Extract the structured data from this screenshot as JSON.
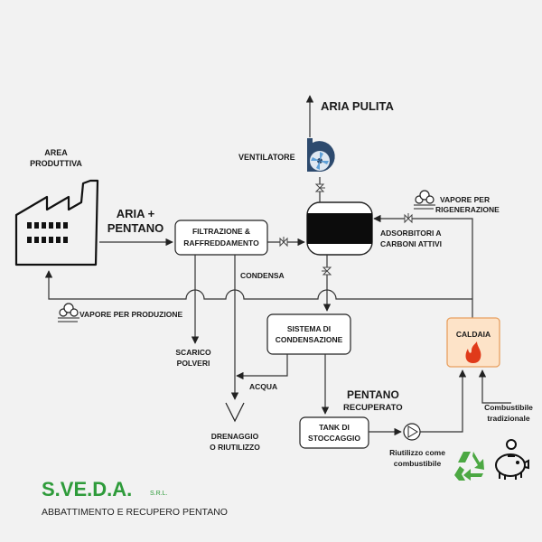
{
  "labels": {
    "area_produttiva_1": "AREA",
    "area_produttiva_2": "PRODUTTIVA",
    "aria_pentano_1": "ARIA +",
    "aria_pentano_2": "PENTANO",
    "aria_pulita": "ARIA PULITA",
    "ventilatore": "VENTILATORE",
    "filtrazione_1": "FILTRAZIONE &",
    "filtrazione_2": "RAFFREDDAMENTO",
    "condensa": "CONDENSA",
    "adsorbitori_1": "ADSORBITORI A",
    "adsorbitori_2": "CARBONI ATTIVI",
    "vapore_rigen_1": "VAPORE PER",
    "vapore_rigen_2": "RIGENERAZIONE",
    "vapore_prod": "VAPORE PER PRODUZIONE",
    "sistema_1": "SISTEMA DI",
    "sistema_2": "CONDENSAZIONE",
    "caldaia": "CALDAIA",
    "scarico_1": "SCARICO",
    "scarico_2": "POLVERI",
    "acqua": "ACQUA",
    "pentano_rec_1": "PENTANO",
    "pentano_rec_2": "RECUPERATO",
    "combustibile_1": "Combustibile",
    "combustibile_2": "tradizionale",
    "tank_1": "TANK DI",
    "tank_2": "STOCCAGGIO",
    "drenaggio_1": "DRENAGGIO",
    "drenaggio_2": "O RIUTILIZZO",
    "riutilizzo_1": "Riutilizzo come",
    "riutilizzo_2": "combustibile"
  },
  "brand": {
    "logo": "S.VE.D.A.",
    "srl": "S.R.L.",
    "subtitle": "ABBATTIMENTO E RECUPERO PENTANO"
  },
  "colors": {
    "brand_green": "#2e9b3a",
    "caldaia_fill": "#fde3c8",
    "caldaia_stroke": "#e8a060",
    "fan_blue": "#2d4a6e",
    "flame": "#e03a1a"
  },
  "icons": [
    "factory-icon",
    "fan-icon",
    "valve-icon",
    "steam-icon",
    "flame-icon",
    "pump-icon",
    "recycle-icon",
    "piggy-bank-icon"
  ]
}
